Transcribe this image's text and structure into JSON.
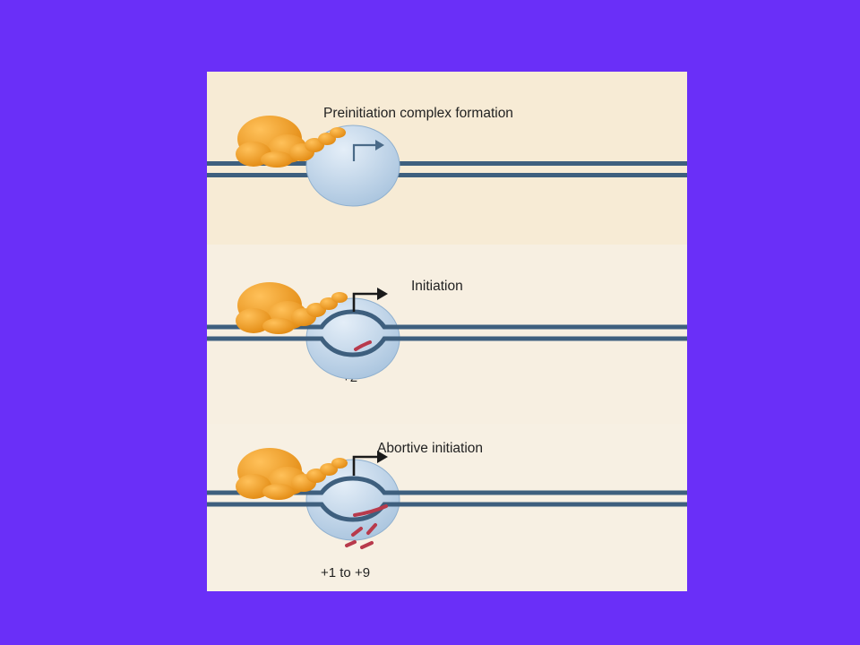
{
  "stages": [
    {
      "title": "Preinitiation complex formation",
      "label": ""
    },
    {
      "title": "Initiation",
      "label": "+2"
    },
    {
      "title": "Abortive initiation",
      "label": "+1 to +9"
    }
  ],
  "colors": {
    "background": "#6a2ff8",
    "dna": "#3e5f7e",
    "polymerase": "#bcd4ea",
    "factors": "#e9991f",
    "rna": "#b83a4c"
  }
}
